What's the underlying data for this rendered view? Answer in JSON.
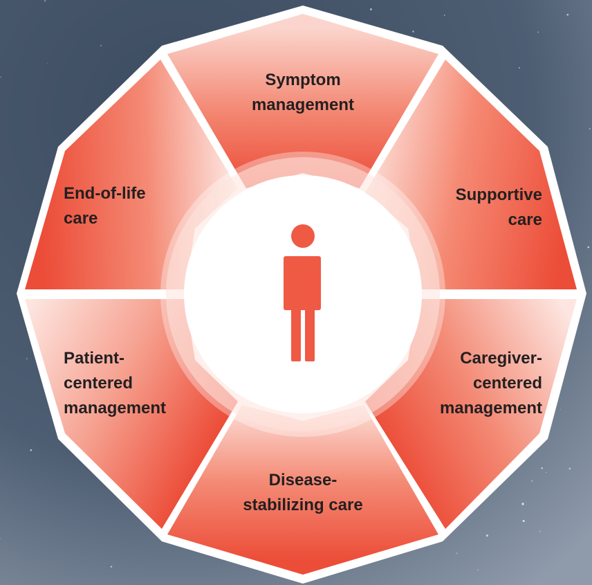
{
  "diagram": {
    "center_icon": "person-icon",
    "colors": {
      "segment": "#ef5a45",
      "segment_light": "#fde6e1",
      "divider": "#ffffff",
      "background": "#4a5a6e",
      "icon": "#ef5a45",
      "text": "#231f20"
    },
    "segments": [
      {
        "id": "symptom",
        "lines": [
          "Symptom",
          "management"
        ]
      },
      {
        "id": "supportive",
        "lines": [
          "Supportive",
          "care"
        ]
      },
      {
        "id": "caregiver",
        "lines": [
          "Caregiver-",
          "centered",
          "management"
        ]
      },
      {
        "id": "disease",
        "lines": [
          "Disease-",
          "stabilizing care"
        ]
      },
      {
        "id": "patient",
        "lines": [
          "Patient-",
          "centered",
          "management"
        ]
      },
      {
        "id": "endoflife",
        "lines": [
          "End-of-life",
          "care"
        ]
      }
    ]
  }
}
